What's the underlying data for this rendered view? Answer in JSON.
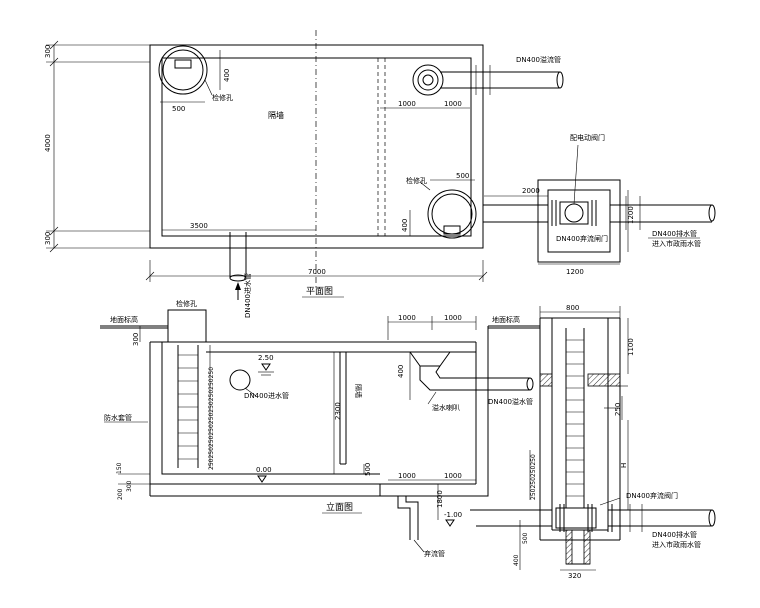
{
  "plan": {
    "title": "平面图",
    "partition": "隔墙",
    "manhole_left": "检修孔",
    "manhole_right": "检修孔",
    "dim_left_top": "500",
    "dim_left_side": "400",
    "dim_right_top": "500",
    "dim_right_side": "400",
    "dim_1000a": "1000",
    "dim_1000b": "1000",
    "dim_3500": "3500",
    "dim_total": "7000",
    "dim_300_top": "300",
    "dim_4000": "4000",
    "dim_300_bottom": "300",
    "overflow_pipe": "DN400溢流管",
    "inlet_pipe": "DN400进水管",
    "valve_note": "配电动阀门",
    "valve_well": "DN400弃流闸门",
    "dim_2000": "2000",
    "dim_1200_side": "1200",
    "dim_1200_bottom": "1200",
    "drain_pipe": "DN400排水管",
    "drain_dest": "进入市政雨水管"
  },
  "section": {
    "title": "立面图",
    "ground_left": "地面标高",
    "ground_right": "地面标高",
    "manhole": "检修孔",
    "dim_300": "300",
    "elev_top": "2.50",
    "elev_bottom": "0.00",
    "elev_low": "-1.00",
    "inlet_pipe": "DN400进水管",
    "partition": "隔墙",
    "dim_2300": "2300",
    "dim_400": "400",
    "dim_500": "500",
    "dim_1000a": "1000",
    "dim_1000b": "1000",
    "dim_1000c": "1000",
    "dim_1000d": "1000",
    "dim_1800": "1800",
    "overflow_inlet": "溢水喇叭",
    "overflow_pipe": "DN400溢水管",
    "waterproof": "防水套管",
    "dim_200": "200",
    "dim_300b": "300",
    "dim_150": "150",
    "drain_outlet": "弃流管"
  },
  "side": {
    "dim_800": "800",
    "dim_1100": "1100",
    "dim_250": "250",
    "dim_h": "H",
    "steps": "250250250250",
    "valve": "DN400弃流阀门",
    "drain_pipe": "DN400排水管",
    "drain_dest": "进入市政雨水管",
    "dim_400": "400",
    "dim_500": "500",
    "dim_320": "320"
  }
}
